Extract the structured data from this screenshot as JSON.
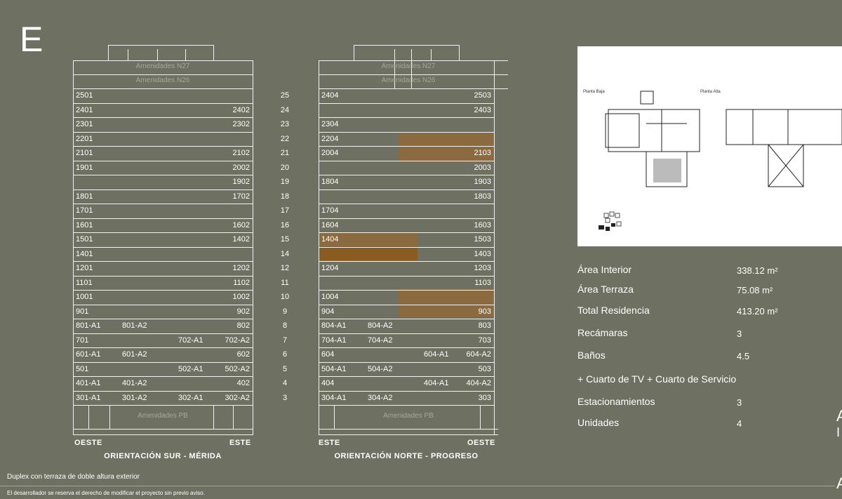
{
  "tower_letter": "E",
  "left_elevation": {
    "amenity_top1": "Amenidades N27",
    "amenity_top2": "Amenidades N26",
    "amenity_bottom": "Amenidades PB",
    "west": "OESTE",
    "east": "ESTE",
    "caption": "ORIENTACIÓN SUR - MÉRIDA",
    "rows": [
      {
        "l": "2501",
        "r": ""
      },
      {
        "l": "2401",
        "r": "2402"
      },
      {
        "l": "2301",
        "r": "2302"
      },
      {
        "l": "2201",
        "r": ""
      },
      {
        "l": "2101",
        "r": "2102"
      },
      {
        "l": "1901",
        "r": "2002"
      },
      {
        "l": "",
        "r": "1902"
      },
      {
        "l": "1801",
        "r": "1702"
      },
      {
        "l": "1701",
        "r": ""
      },
      {
        "l": "1601",
        "r": "1602"
      },
      {
        "l": "1501",
        "r": "1402"
      },
      {
        "l": "1401",
        "r": ""
      },
      {
        "l": "1201",
        "r": "1202"
      },
      {
        "l": "1101",
        "r": "1102"
      },
      {
        "l": "1001",
        "r": "1002"
      },
      {
        "l": "901",
        "r": "902"
      },
      {
        "l": "801-A1",
        "m": "801-A2",
        "r": "802"
      },
      {
        "l": "701",
        "m": "702-A1",
        "r": "702-A2"
      },
      {
        "l": "601-A1",
        "m": "601-A2",
        "r": "602"
      },
      {
        "l": "501",
        "m": "502-A1",
        "r": "502-A2"
      },
      {
        "l": "401-A1",
        "m": "401-A2",
        "r": "402"
      },
      {
        "l": "301-A1",
        "m": "301-A2",
        "m2": "302-A1",
        "r": "302-A2"
      }
    ]
  },
  "floor_numbers": [
    "25",
    "24",
    "23",
    "22",
    "21",
    "20",
    "19",
    "18",
    "17",
    "16",
    "15",
    "14",
    "12",
    "11",
    "10",
    "9",
    "8",
    "7",
    "6",
    "5",
    "4",
    "3"
  ],
  "right_elevation": {
    "amenity_top1": "Amenidades N27",
    "amenity_top2": "Amenidades N26",
    "amenity_bottom": "Amenidades PB",
    "east": "ESTE",
    "west": "OESTE",
    "caption": "ORIENTACIÓN NORTE - PROGRESO",
    "rows": [
      {
        "l": "2404",
        "r": "2503"
      },
      {
        "l": "",
        "r": "2403"
      },
      {
        "l": "2304",
        "r": ""
      },
      {
        "l": "2204",
        "r": ""
      },
      {
        "l": "2004",
        "r": "2103"
      },
      {
        "l": "",
        "r": "2003"
      },
      {
        "l": "1804",
        "r": "1903"
      },
      {
        "l": "",
        "r": "1803"
      },
      {
        "l": "1704",
        "r": ""
      },
      {
        "l": "1604",
        "r": "1603"
      },
      {
        "l": "1404",
        "r": "1503"
      },
      {
        "l": "",
        "r": "1403"
      },
      {
        "l": "1204",
        "r": "1203"
      },
      {
        "l": "",
        "r": "1103"
      },
      {
        "l": "1004",
        "r": ""
      },
      {
        "l": "904",
        "r": "903"
      },
      {
        "l": "804-A1",
        "m": "804-A2",
        "r": "803"
      },
      {
        "l": "704-A1",
        "m": "704-A2",
        "r": "703"
      },
      {
        "l": "604",
        "m": "604-A1",
        "r": "604-A2"
      },
      {
        "l": "504-A1",
        "m": "504-A2",
        "r": "503"
      },
      {
        "l": "404",
        "m": "404-A1",
        "r": "404-A2"
      },
      {
        "l": "304-A1",
        "m": "304-A2",
        "r": "303"
      }
    ]
  },
  "plan": {
    "ground_label": "Planta Baja",
    "upper_label": "Planta Alta"
  },
  "stats": [
    {
      "label": "Área Interior",
      "value": "338.12 m²"
    },
    {
      "label": "Área Terraza",
      "value": "75.08 m²"
    },
    {
      "label": "Total Residencia",
      "value": "413.20 m²"
    },
    {
      "label": "Recámaras",
      "value": "3"
    },
    {
      "label": "Baños",
      "value": "4.5"
    },
    {
      "label": "+ Cuarto de TV + Cuarto de Servicio",
      "value": ""
    },
    {
      "label": "Estacionamientos",
      "value": "3"
    },
    {
      "label": "Unidades",
      "value": "4"
    }
  ],
  "footer": {
    "legend": "Duplex con terraza de doble altura exterior",
    "disclaimer": "El desarrollador se reserva el derecho de modificar el proyecto sin previo aviso."
  },
  "colors": {
    "background": "#6e7062",
    "highlight_a": "#8a6a3e",
    "highlight_b": "#8a5c1f"
  }
}
